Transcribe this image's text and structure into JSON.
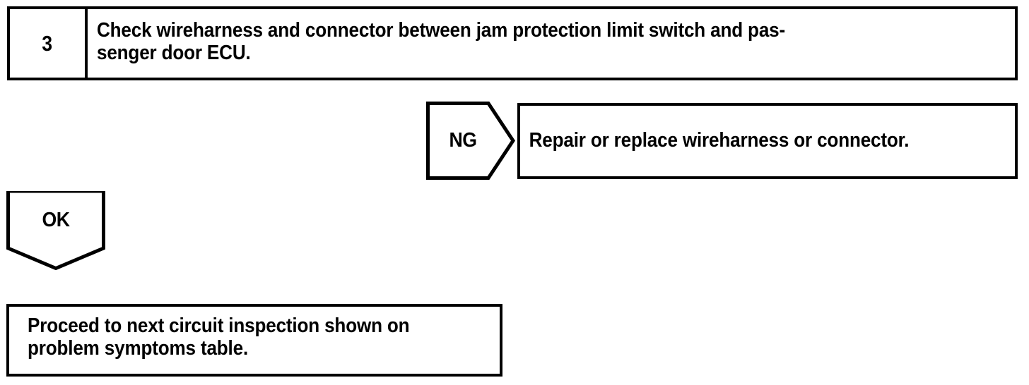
{
  "page": {
    "kind": "troubleshooting-flowchart",
    "background_color": "#ffffff",
    "line_color": "#000000"
  },
  "step": {
    "number": "3",
    "instruction": "Check wireharness and connector between jam protection limit switch and pas-\nsenger door ECU."
  },
  "branches": {
    "ng": {
      "label": "NG",
      "result_text": "Repair or replace wireharness or connector."
    },
    "ok": {
      "label": "OK",
      "result_text": "Proceed to next circuit inspection shown on\nproblem symptoms table."
    }
  }
}
